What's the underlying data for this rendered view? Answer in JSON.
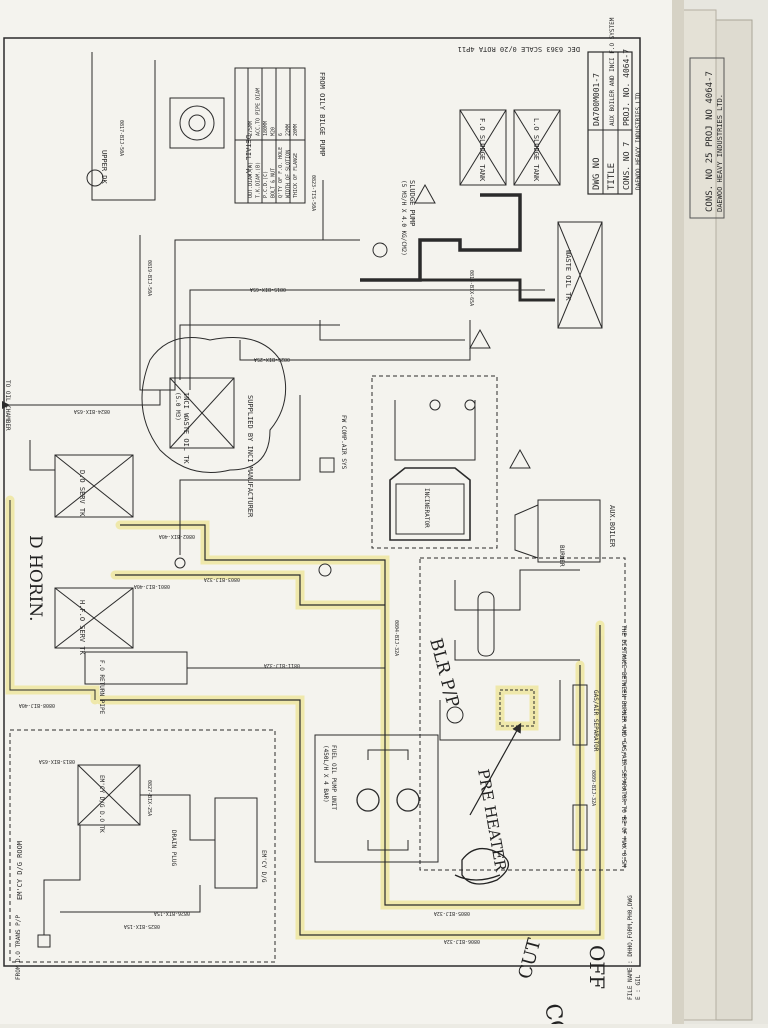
{
  "title_block": {
    "dwg_no_label": "DWG NO",
    "dwg_no": "DA700M001-7",
    "title_label": "TITLE",
    "title": "AUX BOILER AND INCI F.O SYSTEM",
    "cons_no": "CONS. NO 7",
    "proj_no": "PROJ. NO. 4064-7",
    "company": "DAEWOO HEAVY INDUSTRIES LTD",
    "back_cons": "CONS. NO 25 PROJ NO 4064-7",
    "back_company": "DAEWOO HEAVY INDUSTRIES LTD."
  },
  "scale_note": "DEC 6363 SCALE 0/20 ROTA 4P11",
  "file_name": "FILE NAME : DHHO,FORM,PH0,DWG",
  "file_sub": "E : GIL",
  "detail_table": {
    "title": "DETAIL \"A\"",
    "rows": [
      [
        "OUT.DIAM.(A)",
        "275MM"
      ],
      [
        "T.K.DIAM.(B)",
        "ACC.TO PIPE DIAM"
      ],
      [
        "P.C.D.(C)",
        "180MM"
      ],
      [
        "BOLT & NUT",
        "M20"
      ],
      [
        "Q'TY OF F.O. HOLE",
        "6"
      ],
      [
        "WIDTH OF SLOTION",
        "22MM"
      ],
      [
        "THICK OF FLANGE",
        "20MM"
      ]
    ]
  },
  "labels": {
    "upper_dk": "UPPER DK",
    "from_oily_pump": "FROM OILY BILGE PUMP",
    "sludge_pump": "SLUDGE PUMP",
    "sludge_pump_spec": "(5 M3/H X 4.0 KG/CM2)",
    "fo_sludge_tank": "F.O SLUDGE TANK",
    "lo_sludge_tank": "L.O SLUDGE TANK",
    "waste_oil_tk": "WASTE OIL TK",
    "inci_waste_oil_tk": "INCI WASTE OIL TK",
    "inci_waste_oil_cap": "(5.0 M3)",
    "supplied_by": "SUPPLIED BY INCI MANUFACTURER",
    "fw_comp": "FW COMP.AIR SYS",
    "incinerator": "INCINERATOR",
    "do_serv": "D.O SERV TK",
    "hfo_serv": "H.F.O SERV TK",
    "fo_return": "F.O RETURN PIPE",
    "aux_boiler": "AUX.BOILER",
    "burner": "BURNER",
    "fo_pump_unit": "FUEL OIL PUMP UNIT",
    "fo_pump_spec": "(450L/H X 4 BAR)",
    "gas_air_sep": "GAS/AIR SEPARATOR",
    "distance_note": "THE DISTANCE BETWEEN BURNER AND GAS/AIR SEPARATOR TO BE OF MAX 0.5M",
    "emcy_do_tk": "EM'CY D/G D.O TK",
    "drain_plug": "DRAIN PLUG",
    "emcy_dg": "EM'CY D/G",
    "emcy_room": "EM'CY D/G ROOM",
    "from_do_trans": "FROM D.O TRANS P/P",
    "to_oil_chamber": "TO OIL CHAMBER",
    "detail_a_ref": "DETAIL \"A\"",
    "d_horin": "D HORIN.",
    "blr_pp": "BLR P/P",
    "pre_heater": "PRE HEATER",
    "cut": "CUT",
    "coil": "COIL",
    "off": "OFF"
  },
  "pipe_tags": {
    "t1": "0817-BIJ-50A",
    "t2": "0819-BIJ-50A",
    "t3": "0823-TIS-50A",
    "t4": "0818-BIX-65A",
    "t5": "0815-BIX-65A",
    "t6": "0826-BIX-25A",
    "t7": "0824-BIX-65A",
    "t8": "0825-BIX-15A",
    "t9": "0802-BIX-40A",
    "t10": "0803-BIJ-32A",
    "t11": "0801-BIJ-40A",
    "t12": "0804-BIJ-32A",
    "t13": "0811-BIJ-32A",
    "t14": "0808-BIJ-40A",
    "t15": "0809-BIJ-32A",
    "t16": "0806-BIJ-32A",
    "t17": "0827-BIX-25A",
    "t18": "0826-BIX-15A",
    "t19": "0805-BIJ-32A",
    "t20": "0813-BIX-65A"
  },
  "colors": {
    "paper": "#f4f3ee",
    "ink": "#2b2b2b",
    "highlight": "#efe7a0",
    "binding": "#cfcbbf"
  }
}
